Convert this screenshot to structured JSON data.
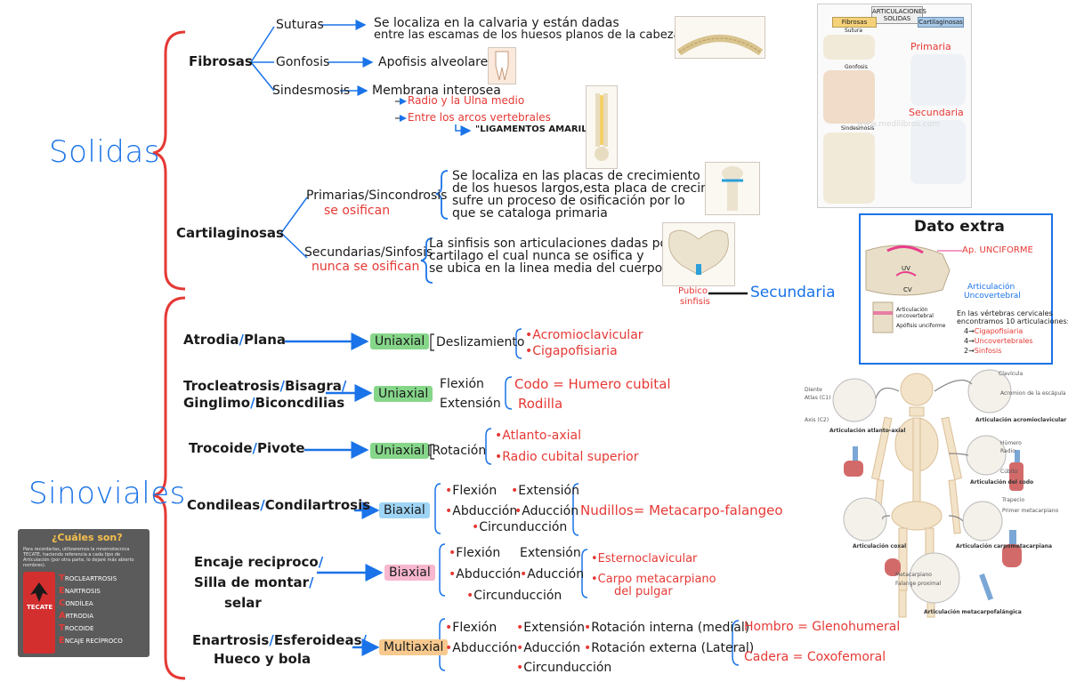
{
  "solidas": {
    "title": "Solidas",
    "fibrosas": {
      "label": "Fibrosas",
      "suturas": "Suturas",
      "suturas_desc_1": "Se localiza en la calvaria y están dadas",
      "suturas_desc_2": "entre las escamas de los huesos planos de la cabeza",
      "gonfosis": "Gonfosis",
      "gonfosis_desc": "Apofisis alveolares",
      "sindesmosis": "Sindesmosis",
      "sindesmosis_desc": "Membrana interosea",
      "sub_1": "Radio y la Ulna medio",
      "sub_2": "Entre los arcos vertebrales",
      "sub_3": "\"LIGAMENTOS AMARILLO\""
    },
    "cartilaginosas": {
      "label": "Cartilaginosas",
      "primarias": "Primarias/Sincondrosis",
      "primarias_note": "se osifican",
      "primarias_desc": [
        "Se localiza en las placas de crecimiento",
        "de los huesos largos,esta placa de crecimiento",
        "sufre un proceso de osificación por lo",
        "que se cataloga primaria"
      ],
      "secundarias": "Secundarias/Sinfosis",
      "secundarias_note": "nunca se osifican",
      "secundarias_desc": [
        "La sinfisis son articulaciones dadas por",
        "cartilago el cual nunca se osifica y",
        "se ubica en la linea media del cuerpo"
      ],
      "pubic_label_1": "Pubico",
      "pubic_label_2": "sinfisis",
      "secundaria_tag": "Secundaria"
    }
  },
  "sinoviales": {
    "title": "Sinoviales",
    "rows": [
      {
        "name_1": "Atrodia",
        "name_2": "Plana",
        "axis": "Uniaxial",
        "mov": [
          "Deslizamiento"
        ],
        "examples": [
          "Acromioclavicular",
          "Cigapofisiaria"
        ]
      },
      {
        "name_1": "Trocleatrosis",
        "name_2": "Bisagra",
        "name_3": "Ginglimo",
        "name_4": "Biconcdilias",
        "axis": "Uniaxial",
        "mov": [
          "Flexión",
          "Extensión"
        ],
        "examples": [
          "Codo = Humero cubital",
          "Rodilla"
        ]
      },
      {
        "name_1": "Trocoide",
        "name_2": "Pivote",
        "axis": "Uniaxial",
        "mov": [
          "Rotación"
        ],
        "examples": [
          "Atlanto-axial",
          "Radio cubital superior"
        ]
      },
      {
        "name_1": "Condileas",
        "name_2": "Condilartrosis",
        "axis": "Biaxial",
        "mov": [
          "Flexión",
          "Extensión",
          "Abducción",
          "Aducción",
          "Circunducción"
        ],
        "examples": [
          "Nudillos= Metacarpo-falangeo"
        ]
      },
      {
        "name_1": "Encaje reciproco",
        "name_2": "Silla de montar",
        "name_3": "selar",
        "axis": "Biaxial",
        "mov": [
          "Flexión",
          "Extensión",
          "Abducción",
          "Aducción",
          "Circunducción"
        ],
        "examples": [
          "Esternoclavicular",
          "Carpo metacarpiano",
          "del pulgar"
        ]
      },
      {
        "name_1": "Enartrosis",
        "name_2": "Esferoideas",
        "name_3": "Hueco y bola",
        "axis": "Multiaxial",
        "mov": [
          "Flexión",
          "Extensión",
          "Rotación interna (medial)",
          "Abducción",
          "Aducción",
          "Rotación externa (Lateral)",
          "Circunducción"
        ],
        "examples": [
          "Hombro = Glenohumeral",
          "Cadera = Coxofemoral"
        ]
      }
    ]
  },
  "dato_extra": {
    "title": "Dato extra",
    "unciforme": "Ap. UNCIFORME",
    "articulacion": "Articulación",
    "uncovertebral": "Uncovertebral",
    "caption_1": "En las vértebras cervicales",
    "caption_2": "encontramos 10 articulaciones:",
    "items": [
      {
        "n": "4",
        "label": "Cigapofisiaria"
      },
      {
        "n": "4",
        "label": "Uncovertebrales"
      },
      {
        "n": "2",
        "label": "Sinfosis"
      }
    ],
    "small_1": "Articulación",
    "small_2": "uncovertebral",
    "small_3": "Apófisis unciforme",
    "uv": "UV",
    "cv": "CV"
  },
  "top_right": {
    "header": "ARTICULACIONES SOLIDAS",
    "fibrosas": "Fibrosas",
    "cartilaginosas": "Cartilaginosas",
    "primaria": "Primaria",
    "secundaria": "Secundaria",
    "sutura": "Sutura",
    "gonfosis": "Gonfosis",
    "sindesmosis": "Sindesmosis",
    "watermark": "www.medilibros.com"
  },
  "tecate": {
    "title": "¿Cuáles son?",
    "intro": "Para recordarlas, utilizaremos la mnemotecnica TECATE, haciendo referencia a cada tipo de Articulación (por otra parte, lo dejaré más abierto nombres).",
    "brand": "TECATE",
    "rows": [
      {
        "letter": "T",
        "text": "ROCLEARTROSIS"
      },
      {
        "letter": "E",
        "text": "NARTROSIS"
      },
      {
        "letter": "C",
        "text": "ONDÍLEA"
      },
      {
        "letter": "A",
        "text": "RTRODIA"
      },
      {
        "letter": "T",
        "text": "ROCOIDE"
      },
      {
        "letter": "E",
        "text": "NCAJE RECÍPROCO"
      }
    ]
  },
  "skeleton": {
    "labels": [
      "Diente",
      "Atlas (C1)",
      "Axis (C2)",
      "Articulación atlanto-axial",
      "Clavícula",
      "Acromion de la escápula",
      "Articulación acromioclavicular",
      "Húmero",
      "Radio",
      "Cúbito",
      "Articulación del codo",
      "Trapecio",
      "Primer metacarpiano",
      "Articulación carpometacarpiana",
      "Articulación coxal",
      "Metacarpiano",
      "Falange proximal",
      "Articulación metacarpofalángica"
    ]
  }
}
